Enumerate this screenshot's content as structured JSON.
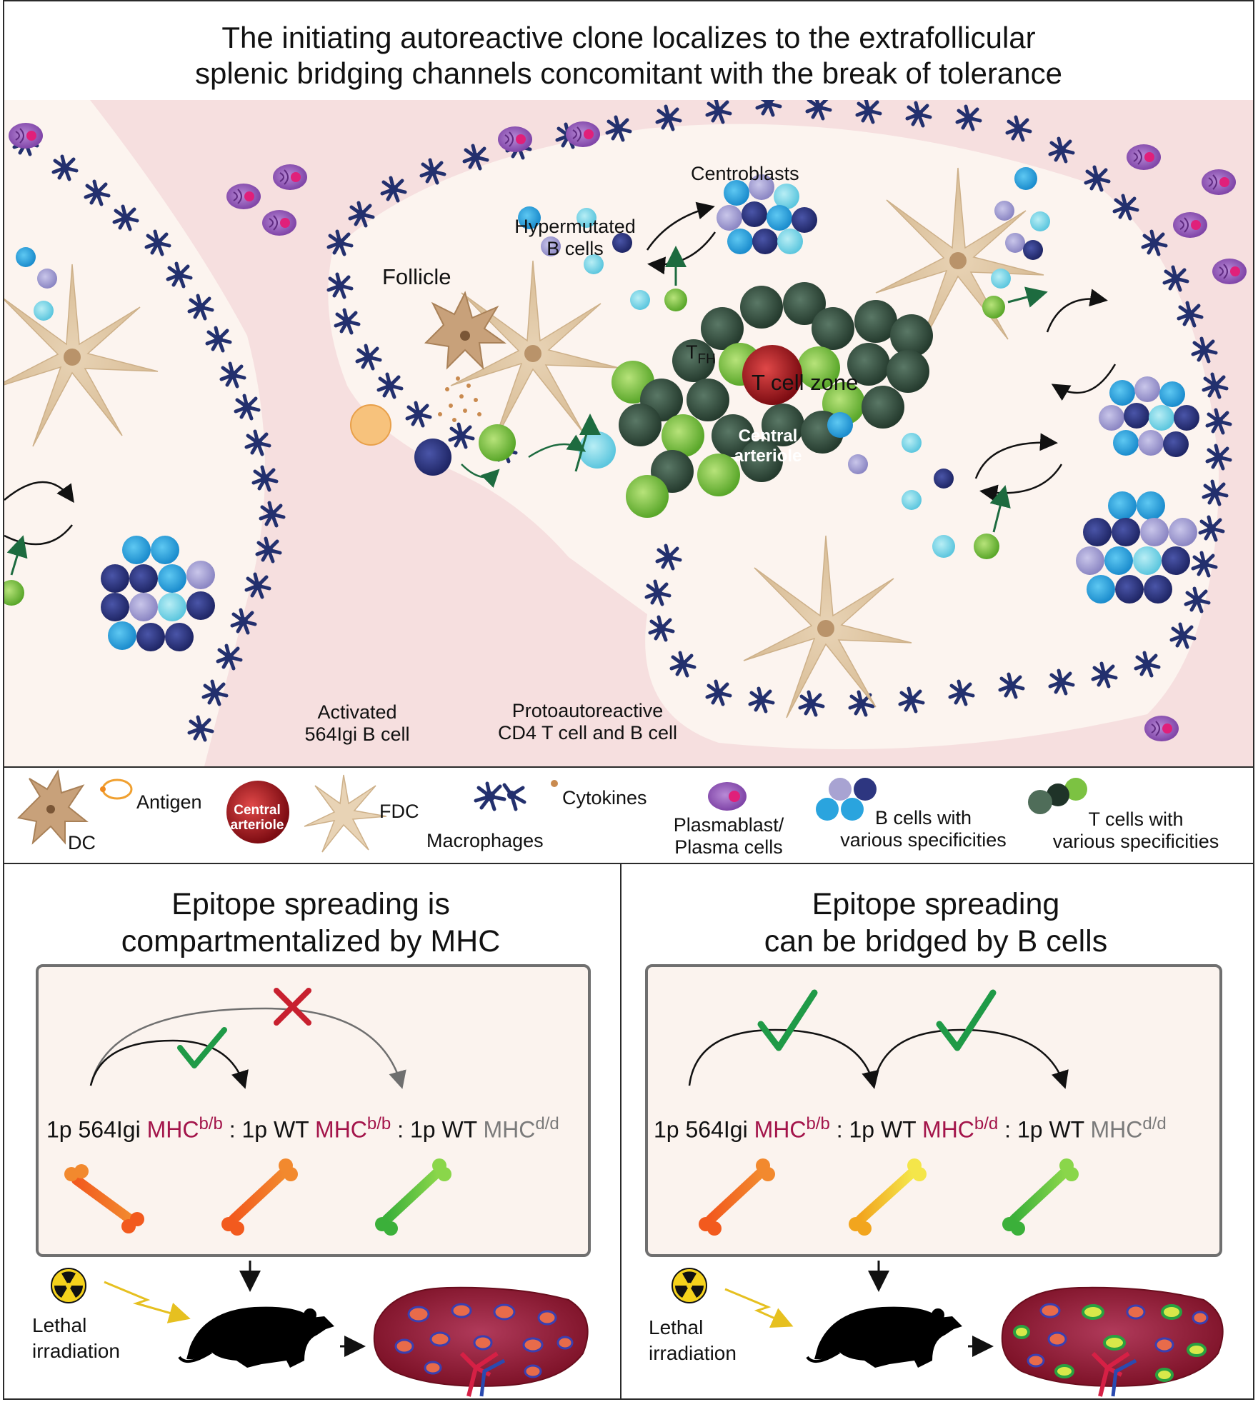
{
  "main_panel": {
    "title_line1": "The initiating autoreactive clone localizes to the extrafollicular",
    "title_line2": "splenic bridging channels concomitant with the break of tolerance",
    "labels": {
      "centroblasts": "Centroblasts",
      "hypermutated_line1": "Hypermutated",
      "hypermutated_line2": "B cells",
      "follicle": "Follicle",
      "tfh_main": "T",
      "tfh_sub": "FH",
      "t_cell_zone": "T cell zone",
      "central_line1": "Central",
      "central_line2": "arteriole",
      "activated_line1": "Activated",
      "activated_line2": "564Igi B cell",
      "proto_line1": "Protoautoreactive",
      "proto_line2": "CD4 T cell and B cell"
    }
  },
  "legend": {
    "dc": "DC",
    "antigen": "Antigen",
    "central_line1": "Central",
    "central_line2": "arteriole",
    "fdc": "FDC",
    "cytokines": "Cytokines",
    "macrophages": "Macrophages",
    "plasmablast_line1": "Plasmablast/",
    "plasmablast_line2": "Plasma cells",
    "bcells_line1": "B cells with",
    "bcells_line2": "various specificities",
    "tcells_line1": "T cells with",
    "tcells_line2": "various specificities"
  },
  "left_panel": {
    "title_line1": "Epitope spreading is",
    "title_line2": "compartmentalized by MHC",
    "f1": "1p 564Igi ",
    "f1_mhc": "MHC",
    "f1_sup": "b/b",
    "f2": " : 1p WT ",
    "f2_mhc": "MHC",
    "f2_sup": "b/b",
    "f3": " : 1p WT ",
    "f3_mhc": "MHC",
    "f3_sup": "d/d",
    "irr_line1": "Lethal",
    "irr_line2": "irradiation"
  },
  "right_panel": {
    "title_line1": "Epitope spreading",
    "title_line2": "can be bridged by B cells",
    "f1": "1p 564Igi ",
    "f1_mhc": "MHC",
    "f1_sup": "b/b",
    "f2": " : 1p WT ",
    "f2_mhc": "MHC",
    "f2_sup": "b/d",
    "f3": " : 1p WT ",
    "f3_mhc": "MHC",
    "f3_sup": "d/d",
    "irr_line1": "Lethal",
    "irr_line2": "irradiation"
  },
  "colors": {
    "background_pink": "#f6dfdf",
    "follicle": "#fcf4ef",
    "macrophage": "#23306e",
    "b_cell_blue": "#2aa4de",
    "b_cell_navy": "#2d3680",
    "b_cell_lavender": "#a8a3d2",
    "t_cell_dark": "#34503f",
    "t_cell_green": "#7cc242",
    "plasma": "#8a4fb0",
    "arteriole": "#b31b23",
    "arrow_green": "#1d6b3f",
    "cross_red": "#c8202f",
    "check_green": "#1f9a47"
  }
}
